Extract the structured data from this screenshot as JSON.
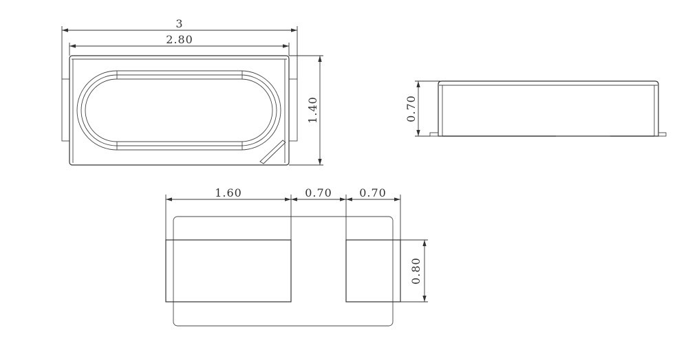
{
  "drawing": {
    "top_view": {
      "overall_width_label": "3",
      "body_width_label": "2.80",
      "height_label": "1.40"
    },
    "side_view": {
      "thickness_label": "0.70"
    },
    "bottom_view": {
      "pad_left_label": "1.60",
      "gap_label": "0.70",
      "pad_right_label": "0.70",
      "pad_height_label": "0.80"
    }
  }
}
